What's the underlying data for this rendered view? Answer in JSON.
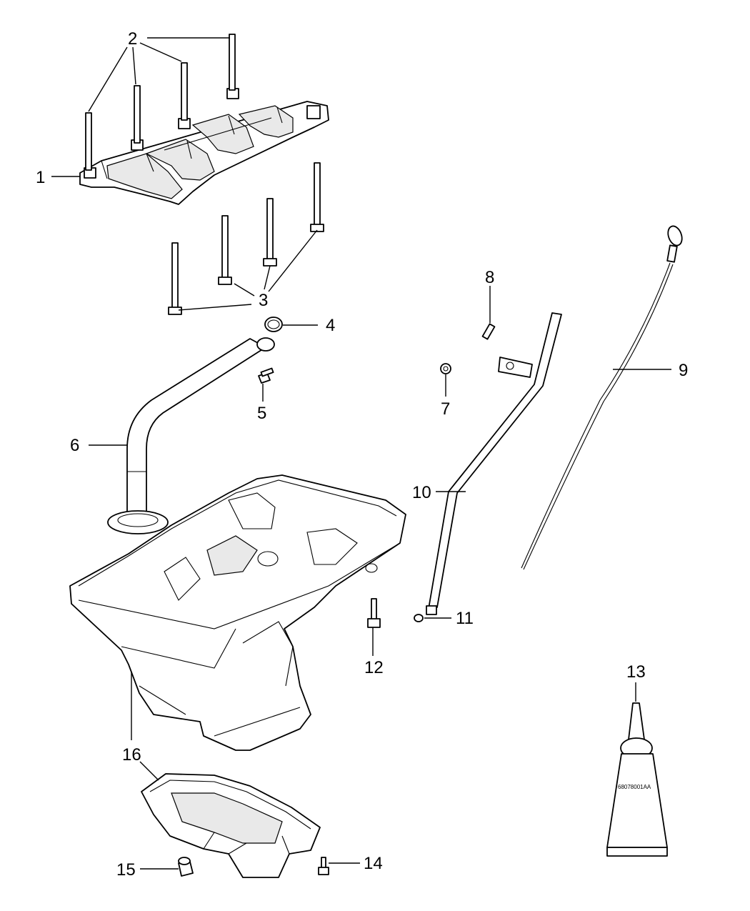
{
  "callouts": [
    "1",
    "2",
    "3",
    "4",
    "5",
    "6",
    "7",
    "8",
    "9",
    "10",
    "11",
    "12",
    "13",
    "14",
    "15",
    "16"
  ],
  "tube_print": "68078001AA"
}
